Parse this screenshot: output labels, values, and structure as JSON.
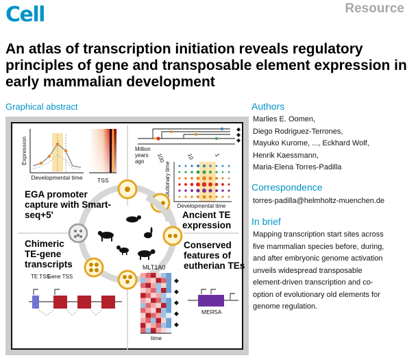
{
  "journal": "Cell",
  "article_type": "Resource",
  "title": "An atlas of transcription initiation reveals regulatory principles of gene and transposable element expression in early mammalian development",
  "graphical_abstract": {
    "heading": "Graphical abstract",
    "panels": {
      "top_left": {
        "y_axis": "Expression",
        "x_axis": "Developmental time",
        "heatmap_label": "TSS"
      },
      "top_right": {
        "time_label": "Million years ago",
        "ticks": [
          "100",
          "10",
          "1"
        ],
        "y_axis": "Evolutionary time",
        "x_axis": "Developmental time"
      },
      "bottom_left": {
        "te_label": "TE TSS",
        "gene_label": "Gene TSS"
      },
      "bottom_right": {
        "heatmap_title": "MLT1A0",
        "x_axis": "time",
        "element_label": "MER5A"
      }
    },
    "quadrant_titles": {
      "egа": "",
      "ega": "EGA promoter capture with Smart-seq+5'",
      "ancient": "Ancient TE expression",
      "chimeric": "Chimeric TE-gene transcripts",
      "conserved": "Conserved features of eutherian TEs"
    }
  },
  "authors": {
    "heading": "Authors",
    "lines": [
      "Marlies E. Oomen,",
      "Diego Rodriguez-Terrones,",
      "Mayuko Kurome, ..., Eckhard Wolf,",
      "Henrik Kaessmann,",
      "Maria-Elena Torres-Padilla"
    ]
  },
  "correspondence": {
    "heading": "Correspondence",
    "email": "torres-padilla@helmholtz-muenchen.de"
  },
  "in_brief": {
    "heading": "In brief",
    "lines": [
      "Mapping transcription start sites across",
      "five mammalian species before, during,",
      "and after embryonic genome activation",
      "unveils widespread transposable",
      "element-driven transcription and co-",
      "option of evolutionary old elements for",
      "genome regulation."
    ]
  },
  "colors": {
    "brand": "#0093c9",
    "tag": "#a7a7a7",
    "frame": "#cccccc",
    "red": "#b3202c",
    "purple": "#6b2fa0",
    "highlight": "#fbe3a9"
  }
}
